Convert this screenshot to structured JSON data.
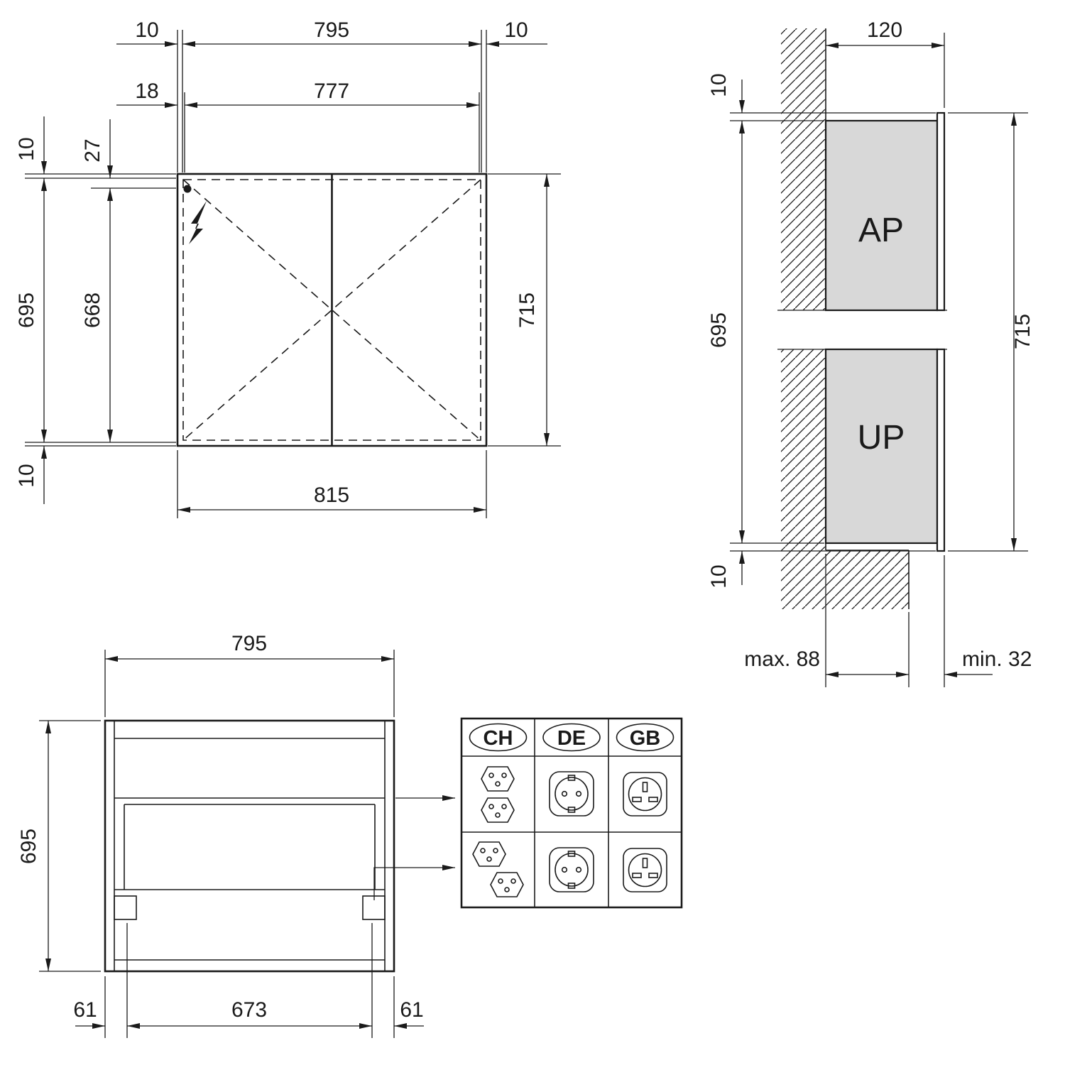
{
  "front_view": {
    "dim_top_gap_left": "10",
    "dim_top_width": "795",
    "dim_top_gap_right": "10",
    "dim_inset_left": "18",
    "dim_inner_width": "777",
    "dim_left_gap_top": "10",
    "dim_left_inset_top": "27",
    "dim_left_height": "695",
    "dim_left_inner_height": "668",
    "dim_left_gap_bottom": "10",
    "dim_right_height": "715",
    "dim_bottom_width": "815"
  },
  "side_view": {
    "dim_depth": "120",
    "dim_gap_top": "10",
    "dim_body_height": "695",
    "dim_front_height": "715",
    "dim_gap_bottom": "10",
    "label_surface_mounted": "AP",
    "label_recessed": "UP",
    "dim_recess_max": "max. 88",
    "dim_protrusion_min": "min. 32"
  },
  "bottom_view": {
    "dim_width": "795",
    "dim_depth": "695",
    "dim_side_left": "61",
    "dim_center": "673",
    "dim_side_right": "61"
  },
  "socket_table": {
    "headers": [
      "CH",
      "DE",
      "GB"
    ]
  },
  "colors": {
    "line": "#1a1a1a",
    "body_fill": "#d8d8d8"
  }
}
